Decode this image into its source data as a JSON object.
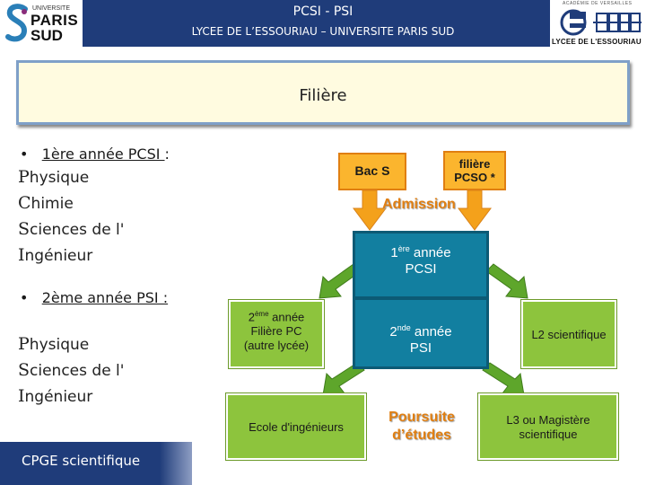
{
  "header": {
    "title": "PCSI  - PSI",
    "subtitle": "LYCEE DE L’ESSOURIAU – UNIVERSITE PARIS SUD",
    "left_logo": {
      "small": "UNIVERSITE",
      "line1": "PARIS",
      "line2": "SUD",
      "icon": "paris-sud-s-logo"
    },
    "right_logo": {
      "top": "ACADÉMIE DE VERSAILLES",
      "bottom": "LYCEE DE L'ESSOURIAU",
      "icon": "lycee-essouriau-logo"
    }
  },
  "filiere": {
    "title": "Filière"
  },
  "left_text": {
    "year1_bullet": "•",
    "year1_heading": "1ère année PCSI ",
    "year1_colon": ":",
    "year1_subjects": [
      {
        "first": "P",
        "rest": "hysique"
      },
      {
        "first": "C",
        "rest": "himie"
      },
      {
        "first": "S",
        "rest": "ciences de l'"
      },
      {
        "first": "I",
        "rest": "ngénieur"
      }
    ],
    "year2_bullet": "•",
    "year2_heading": "2ème année PSI :",
    "year2_subjects": [
      {
        "first": "P",
        "rest": "hysique"
      },
      {
        "first": "S",
        "rest": "ciences de l'"
      },
      {
        "first": "I",
        "rest": "ngénieur"
      }
    ]
  },
  "footer": {
    "label": "CPGE scientifique"
  },
  "diagram": {
    "bac": "Bac S",
    "pcso_line1": "filière",
    "pcso_line2": "PCSO *",
    "admission": "Admission",
    "y1_num": "1",
    "y1_sup": "ère",
    "y1_rest": " année",
    "y1_line2": "PCSI",
    "y2_num": "2",
    "y2_sup": "nde",
    "y2_rest": " année",
    "y2_line2": "PSI",
    "pc_num": "2",
    "pc_sup": "ème",
    "pc_rest": " année",
    "pc_line2": "Filière PC",
    "pc_line3": "(autre lycée)",
    "l2": "L2 scientifique",
    "ecole": "Ecole d'ingénieurs",
    "poursuite_line1": "Poursuite",
    "poursuite_line2": "d’études",
    "l3_line1": "L3 ou Magistère",
    "l3_line2": "scientifique",
    "colors": {
      "orange": "#fbb52e",
      "green": "#8dc43d",
      "teal": "#127fa0",
      "arrow_green": "#5ea62b",
      "arrow_orange": "#f4a11b",
      "header_blue": "#1f3c7a"
    }
  }
}
